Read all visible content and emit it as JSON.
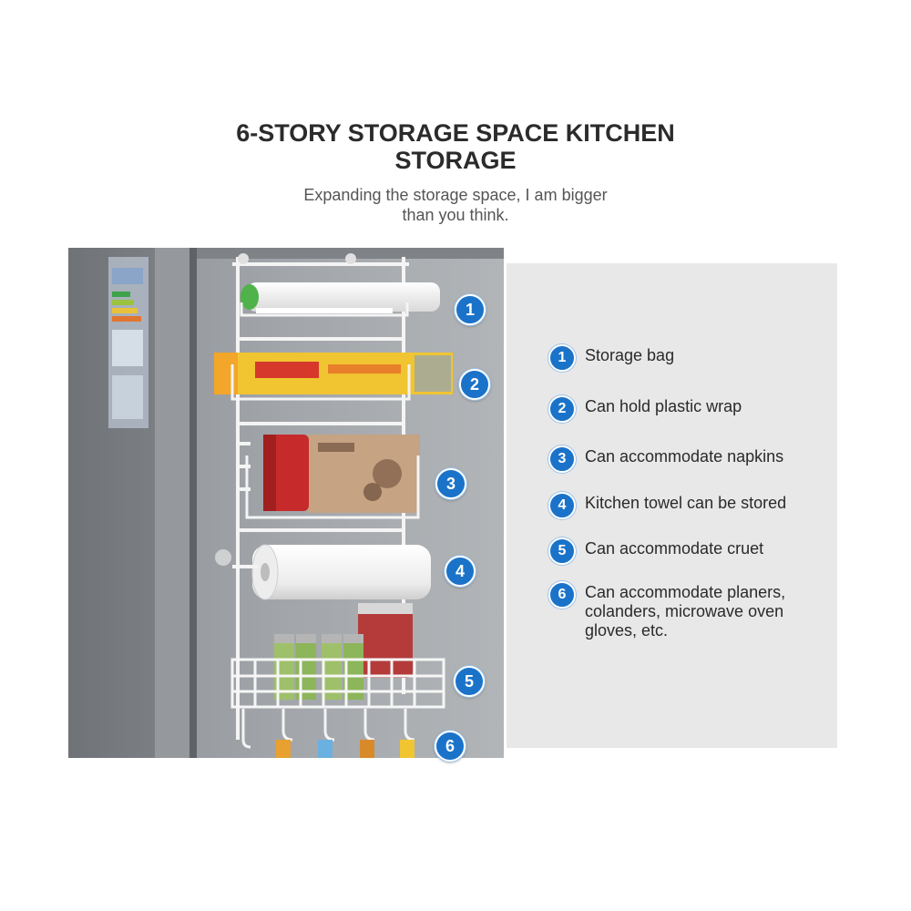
{
  "title": {
    "line1": "6-STORY STORAGE SPACE KITCHEN",
    "line2": "STORAGE"
  },
  "subtitle": {
    "line1": "Expanding the storage space, I am bigger",
    "line2": "than you think."
  },
  "photo_badges": [
    "1",
    "2",
    "3",
    "4",
    "5",
    "6"
  ],
  "features": [
    {
      "number": "1",
      "lines": [
        "Storage bag"
      ]
    },
    {
      "number": "2",
      "lines": [
        "Can hold plastic wrap"
      ]
    },
    {
      "number": "3",
      "lines": [
        "Can accommodate napkins"
      ]
    },
    {
      "number": "4",
      "lines": [
        "Kitchen towel can be stored"
      ]
    },
    {
      "number": "5",
      "lines": [
        "Can accommodate cruet"
      ]
    },
    {
      "number": "6",
      "lines": [
        "Can accommodate planers,",
        "colanders, microwave oven",
        "gloves, etc."
      ]
    }
  ],
  "colors": {
    "badge": "#1a73c9",
    "panel": "#e8e8e8",
    "title": "#2b2b2b",
    "subtitle": "#555555"
  }
}
